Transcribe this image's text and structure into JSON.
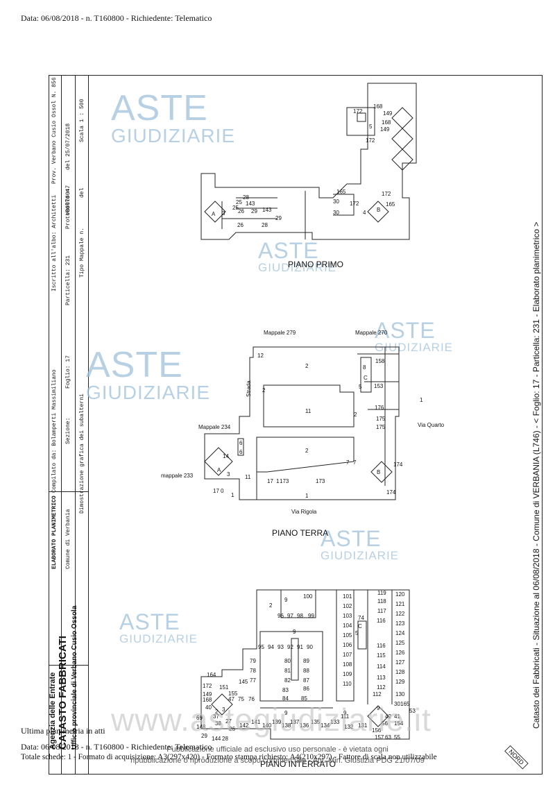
{
  "header": "Data: 06/08/2018 - n. T160800 - Richiedente: Telematico",
  "sidebar": {
    "title": "ELABORATO PLANIMETRICO",
    "compilato": "Compilato da: Bolamperti Massimiliano",
    "iscritto": "Iscritto all'albo: Architetti",
    "prov": "Prov. Verbano Cusio Ossol N. 856",
    "comune": "Comune di Verbania",
    "sezione": "Sezione:",
    "foglio": "Foglio: 17",
    "particella": "Particella: 231",
    "protocollo": "Protocollo n.",
    "protocollo_no": "VB0078047",
    "protocollo_del": "del 25/07/2018",
    "tipo_mappale": "Tipo Mappale n.",
    "tipo_del": "del",
    "dimostrazione": "Dimostrazione grafica dei subalterni",
    "scala": "Scala 1 : 500",
    "agenzia": "Agenzia delle Entrate",
    "catasto": "CATASTO FABBRICATI",
    "ufficio": "Ufficio provinciale di Verbano Cusio Ossola"
  },
  "right_strip": "Catasto dei Fabbricati - Situazione al 06/08/2018 - Comune di VERBANIA (L746) - < Foglio: 17 - Particella: 231 - Elaborato planimetrico >",
  "floors": {
    "primo": "PIANO PRIMO",
    "terra": "PIANO TERRA",
    "interrato": "PIANO INTERRATO"
  },
  "terra_labels": {
    "mappale_279": "Mappale 279",
    "mappale_270": "Mappale 270",
    "mappale_234": "Mappale 234",
    "mappale_233": "mappale 233",
    "strada": "Strada",
    "via_quarto": "Via Quarto",
    "via_rigola": "Via Rigola"
  },
  "watermark": {
    "brand": "ASTE",
    "sub": "GIUDIZIARIE",
    "site": "www.astegiudiziarie.it"
  },
  "footer": {
    "ultima": "Ultima planimetria in atti",
    "data_line": "Data: 06/08/2018 - n. T160800 - Richiedente: Telematico",
    "totale": "Totale schede: 1 - Formato di acquisizione: A3(297x420) - Formato stampa richiesto: A4(210x297) - Fattore di scala non utilizzabile",
    "notice1": "Pubblicazione ufficiale ad esclusivo uso personale - è vietata ogni",
    "notice2": "ripubblicazione o riproduzione a scopo commerciale - Aut. Min. Giustizia PDG 21/07/09"
  },
  "north": "NORD"
}
